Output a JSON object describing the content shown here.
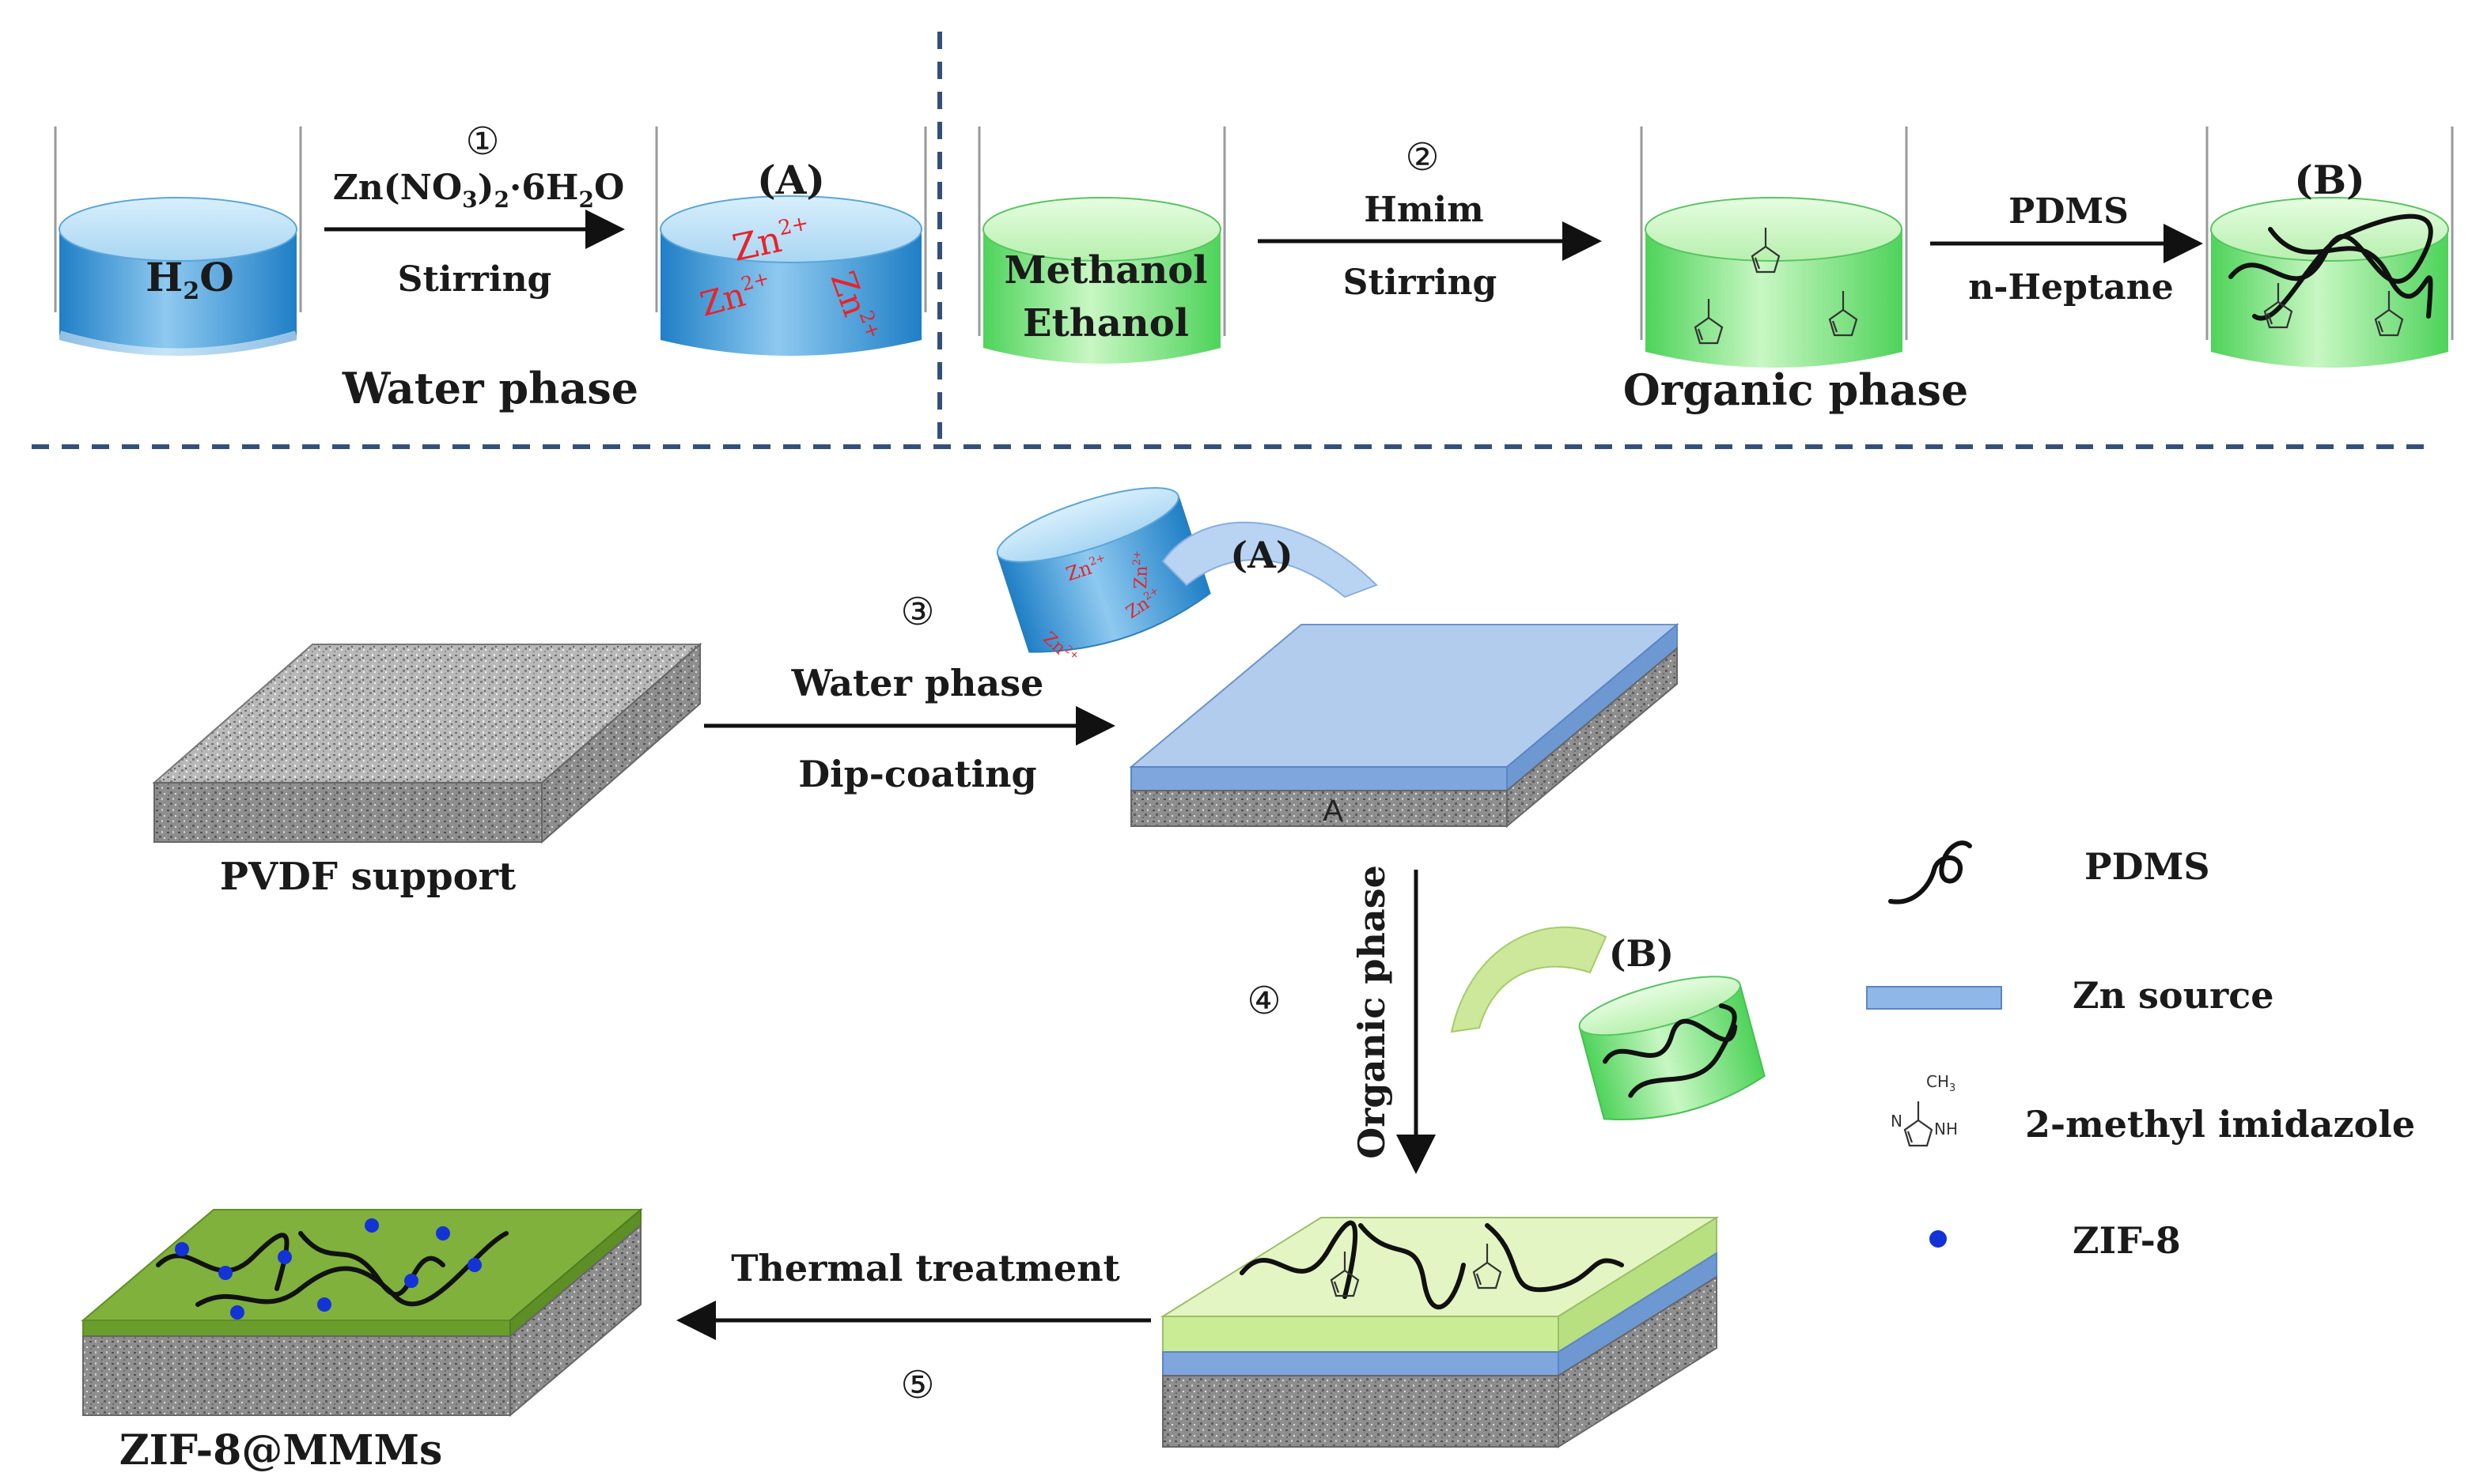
{
  "colors": {
    "water": "#4aa3dc",
    "organic": "#7be07e",
    "zn_layer": "#8fb8e8",
    "pdms_layer": "#c9ec94",
    "final_layer": "#7fb13c",
    "zif_dot": "#1433d6",
    "zn_text": "#e8232a",
    "dash_line": "#34507a"
  },
  "icons": [
    "beaker-icon",
    "arrow-icon",
    "porous-support-icon",
    "pdms-chain-icon",
    "zn-source-bar-icon",
    "imidazole-molecule-icon",
    "zif8-dot-icon"
  ],
  "top": {
    "water_phase_label": "Water phase",
    "organic_phase_label": "Organic phase",
    "beaker_h2o": "H",
    "beaker_h2o_sub": "2",
    "beaker_h2o_end": "O",
    "step1_num": "①",
    "step1_reagent": "Zn(NO",
    "step1_reagent_sub1": "3",
    "step1_reagent_mid": ")",
    "step1_reagent_sub2": "2",
    "step1_reagent_end": "·6H",
    "step1_reagent_sub3": "2",
    "step1_reagent_o": "O",
    "step1_action": "Stirring",
    "beaker_a_label": "(A)",
    "zn_ion": "Zn",
    "zn_charge": "2+",
    "solvent_1": "Methanol",
    "solvent_2": "Ethanol",
    "step2_num": "②",
    "step2_reagent": "Hmim",
    "step2_action": "Stirring",
    "step_pdms": "PDMS",
    "step_heptane": "n-Heptane",
    "beaker_b_label": "(B)"
  },
  "bottom": {
    "step3_num": "③",
    "step3_top": "Water phase",
    "step3_bottom": "Dip-coating",
    "pour_a_label": "(A)",
    "support_label": "PVDF support",
    "support_a_letter": "A",
    "step4_num": "④",
    "step4_label": "Organic phase",
    "pour_b_label": "(B)",
    "step5_num": "⑤",
    "step5_label": "Thermal treatment",
    "product_label": "ZIF-8@MMMs"
  },
  "legend": {
    "pdms": "PDMS",
    "zn_source": "Zn source",
    "imidazole": "2-methyl imidazole",
    "zif8": "ZIF-8"
  },
  "molecule": {
    "ch3": "CH",
    "ch3_sub": "3",
    "n": "N",
    "nh": "NH"
  }
}
